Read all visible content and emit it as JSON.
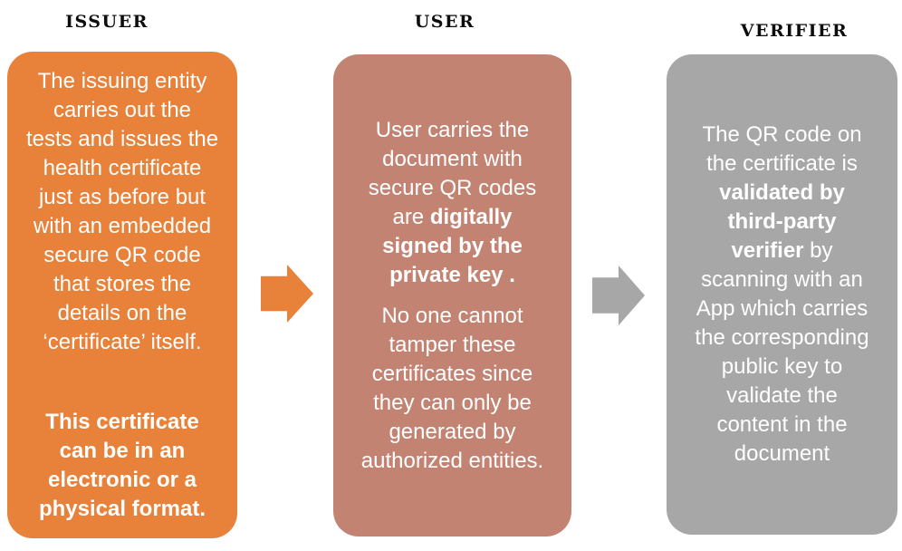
{
  "colors": {
    "issuer_box": "#E8813A",
    "user_box": "#C38372",
    "verifier_box": "#A7A7A7",
    "issuer_arrow": "#E8813A",
    "verifier_arrow": "#A7A7A7",
    "header_text": "#0D0D0D",
    "body_text": "#FFFFFF"
  },
  "columns": [
    {
      "header": "ISSUER",
      "paragraphs": [
        {
          "segments": [
            {
              "text": "The issuing entity\ncarries out the\ntests and issues the\nhealth certificate\njust as before but\nwith an embedded\nsecure QR code\nthat stores the\ndetails on the\n‘certificate’ itself.",
              "bold": false
            }
          ]
        },
        {
          "segments": [
            {
              "text": "This certificate\ncan be in an\nelectronic or a\nphysical format.",
              "bold": true
            }
          ]
        }
      ]
    },
    {
      "header": "USER",
      "paragraphs": [
        {
          "segments": [
            {
              "text": "User carries the\ndocument with\nsecure QR codes\nare ",
              "bold": false
            },
            {
              "text": "digitally\nsigned by the\nprivate key .",
              "bold": true
            }
          ]
        },
        {
          "segments": [
            {
              "text": "No one cannot\ntamper these\ncertificates since\nthey can only be\ngenerated by\nauthorized entities.",
              "bold": false
            }
          ]
        }
      ]
    },
    {
      "header": "VERIFIER",
      "paragraphs": [
        {
          "segments": [
            {
              "text": "The QR code on\nthe certificate is\n",
              "bold": false
            },
            {
              "text": "validated by\nthird-party\nverifier",
              "bold": true
            },
            {
              "text": " by\nscanning with an\nApp which carries\nthe corresponding\npublic key to\nvalidate the\ncontent in the\ndocument",
              "bold": false
            }
          ]
        }
      ]
    }
  ],
  "arrows": [
    {
      "name": "issuer-to-user",
      "direction": "right",
      "color": "#E8813A"
    },
    {
      "name": "user-to-verifier",
      "direction": "right",
      "color": "#A7A7A7"
    }
  ]
}
